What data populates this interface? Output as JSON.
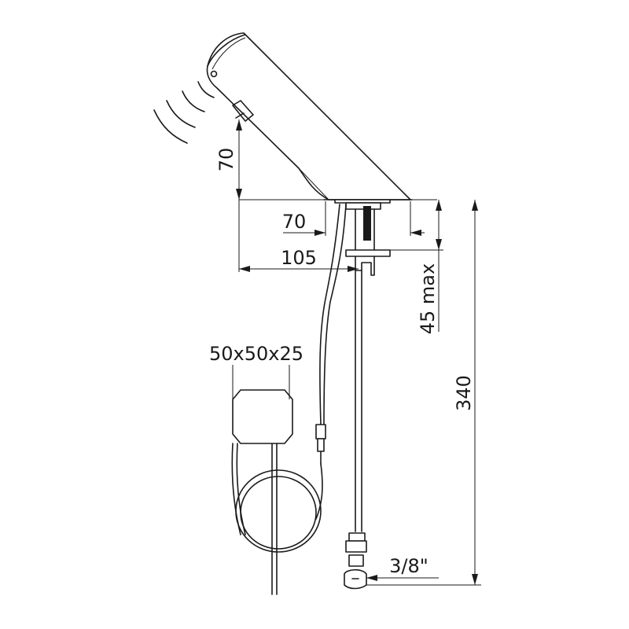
{
  "labels": {
    "sensor_height": "70",
    "spout_reach": "70",
    "overall_reach": "105",
    "deck_thickness": "45 max",
    "box_size": "50x50x25",
    "total_height": "340",
    "connection": "3/8\""
  },
  "colors": {
    "line": "#1a1a1a",
    "background": "#ffffff"
  }
}
